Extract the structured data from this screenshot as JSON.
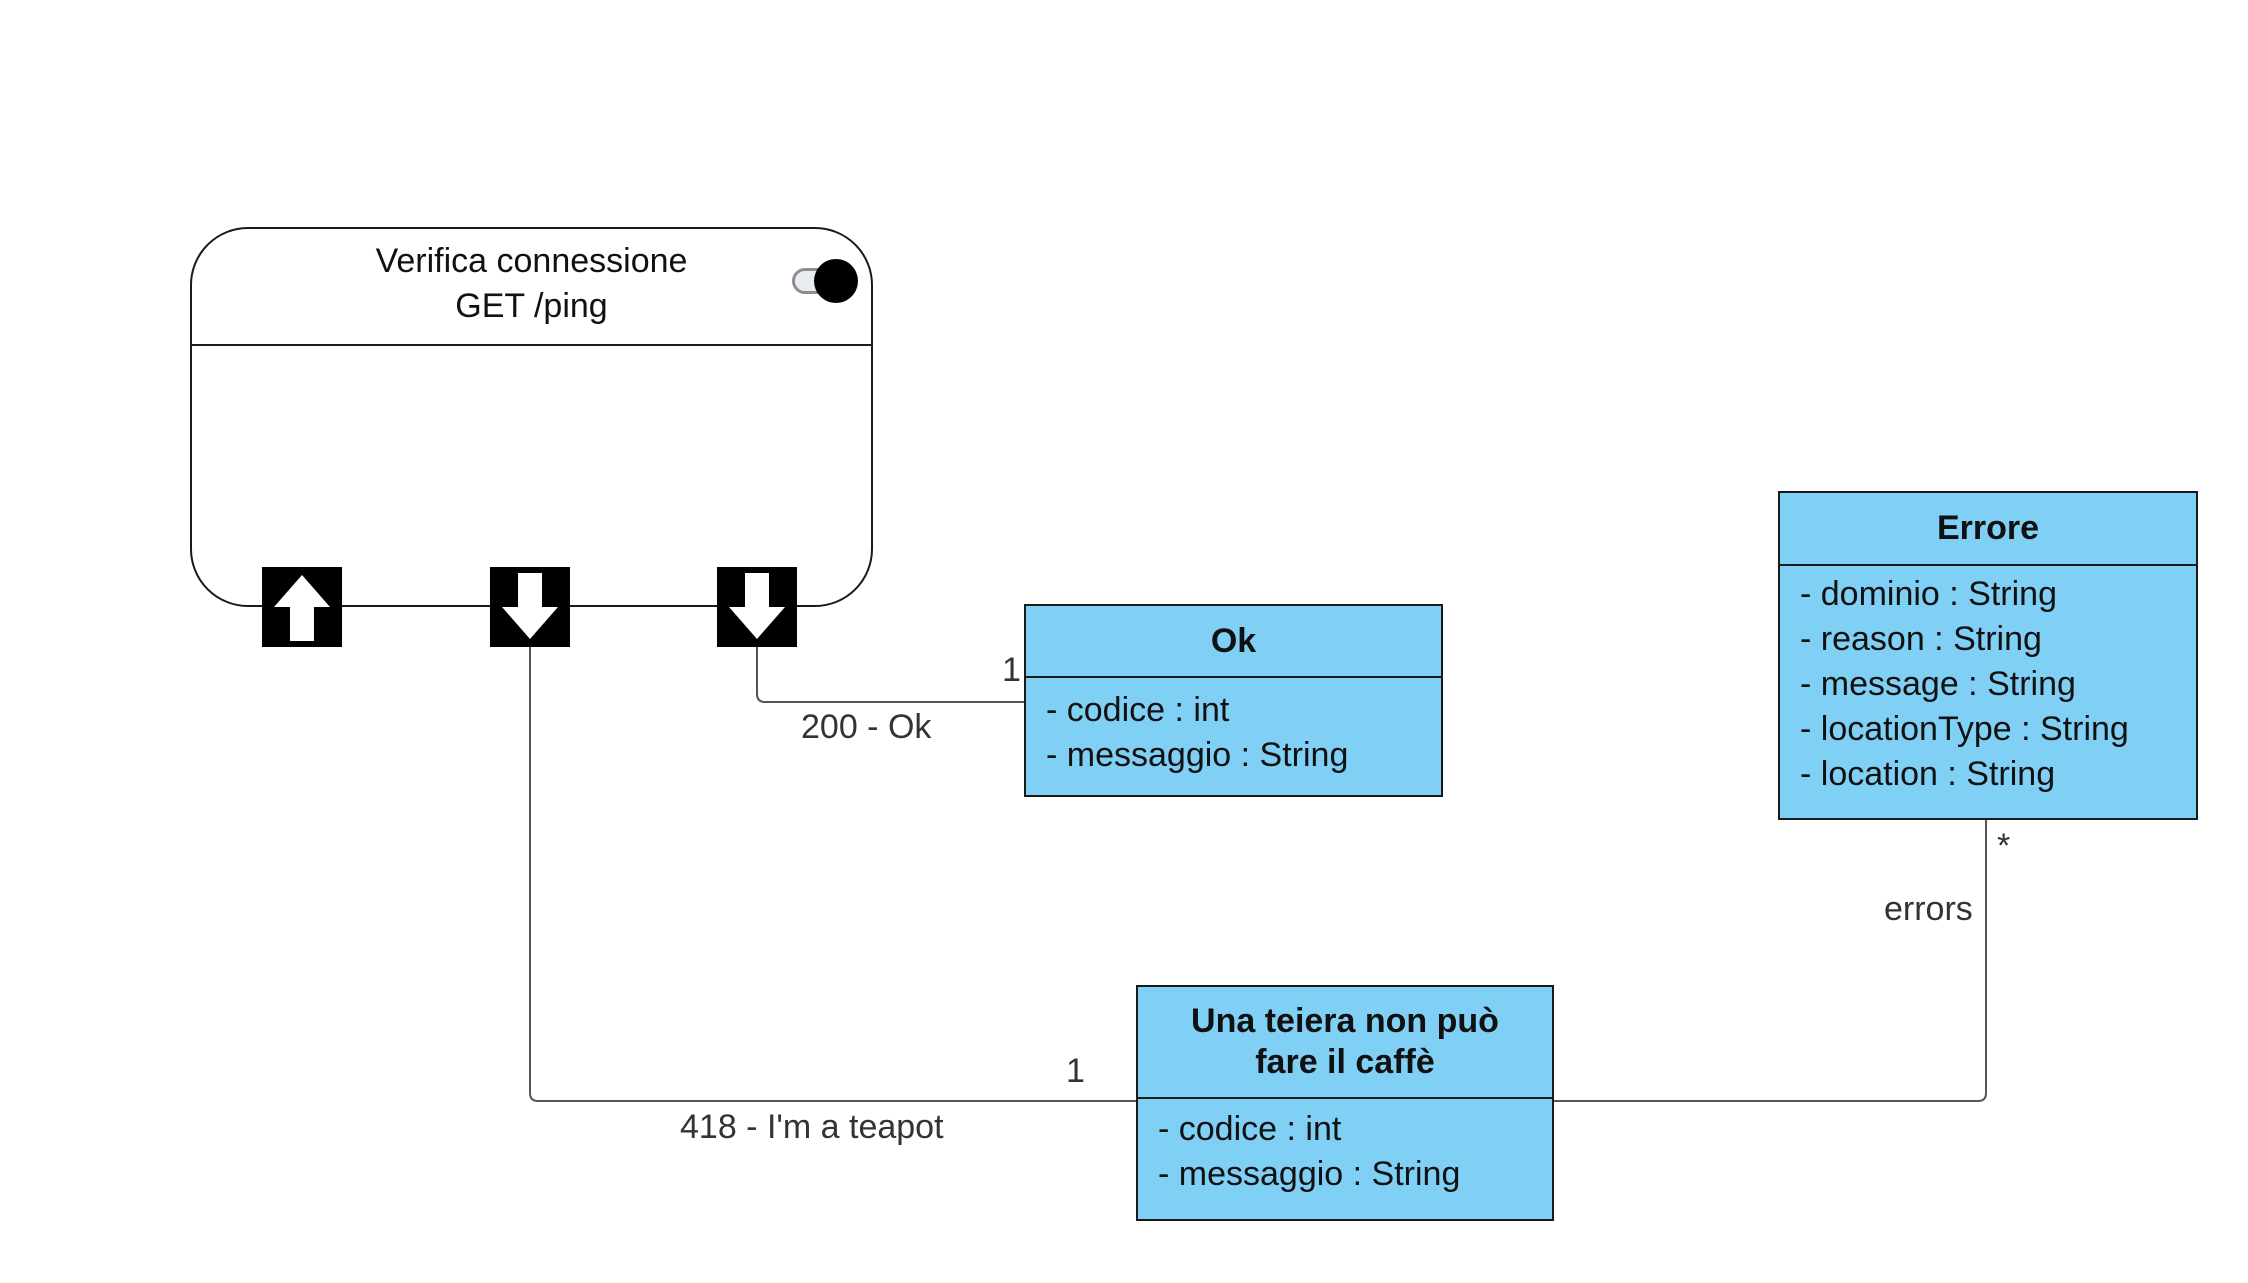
{
  "operation": {
    "title_line1": "Verifica connessione",
    "title_line2": "GET /ping",
    "toggle_icon": "toggle-on-icon",
    "ports": [
      {
        "icon": "arrow-up-icon",
        "direction": "up"
      },
      {
        "icon": "arrow-down-icon",
        "direction": "down"
      },
      {
        "icon": "arrow-down-icon",
        "direction": "down"
      }
    ]
  },
  "classes": {
    "ok": {
      "name": "Ok",
      "attributes": [
        "- codice : int",
        "- messaggio : String"
      ]
    },
    "teapot": {
      "name": "Una teiera non può fare il caffè",
      "attributes": [
        "- codice : int",
        "- messaggio : String"
      ]
    },
    "errore": {
      "name": "Errore",
      "attributes": [
        "- dominio : String",
        "- reason : String",
        "- message : String",
        "- locationType : String",
        "- location : String"
      ]
    }
  },
  "connections": {
    "ok_response": {
      "label": "200 - Ok",
      "multiplicity": "1"
    },
    "teapot_response": {
      "label": "418 - I'm a teapot",
      "multiplicity": "1"
    },
    "errors_association": {
      "label": "errors",
      "multiplicity": "*"
    }
  },
  "colors": {
    "class_fill": "#80cff5",
    "outline": "#1a1a1a",
    "connector": "#555555"
  }
}
